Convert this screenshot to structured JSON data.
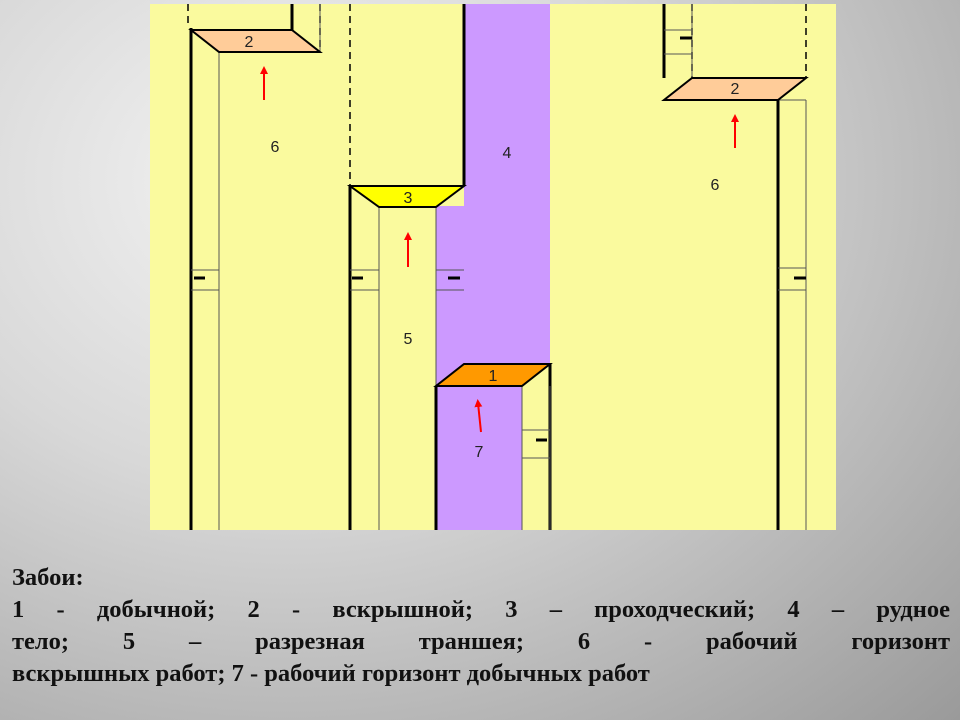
{
  "diagram": {
    "labels": {
      "face1": "1",
      "face2_left": "2",
      "face2_right": "2",
      "face3": "3",
      "orebody4": "4",
      "trench5": "5",
      "horizon6_left": "6",
      "horizon6_right": "6",
      "horizon7": "7"
    },
    "colors": {
      "background": "#fafa9e",
      "ore_body": "#cc99ff",
      "face_mining": "#ff9900",
      "face_stripping": "#ffcc99",
      "face_development": "#ffff00",
      "arrow": "#ff0000"
    }
  },
  "caption": {
    "title": "Забои:",
    "line1": "1 - добычной; 2 - вскрышной; 3 – проходческий;  4 – рудное",
    "line2": "тело; 5 – разрезная траншея; 6 - рабочий горизонт",
    "line3": "вскрышных работ; 7 - рабочий горизонт добычных работ"
  }
}
